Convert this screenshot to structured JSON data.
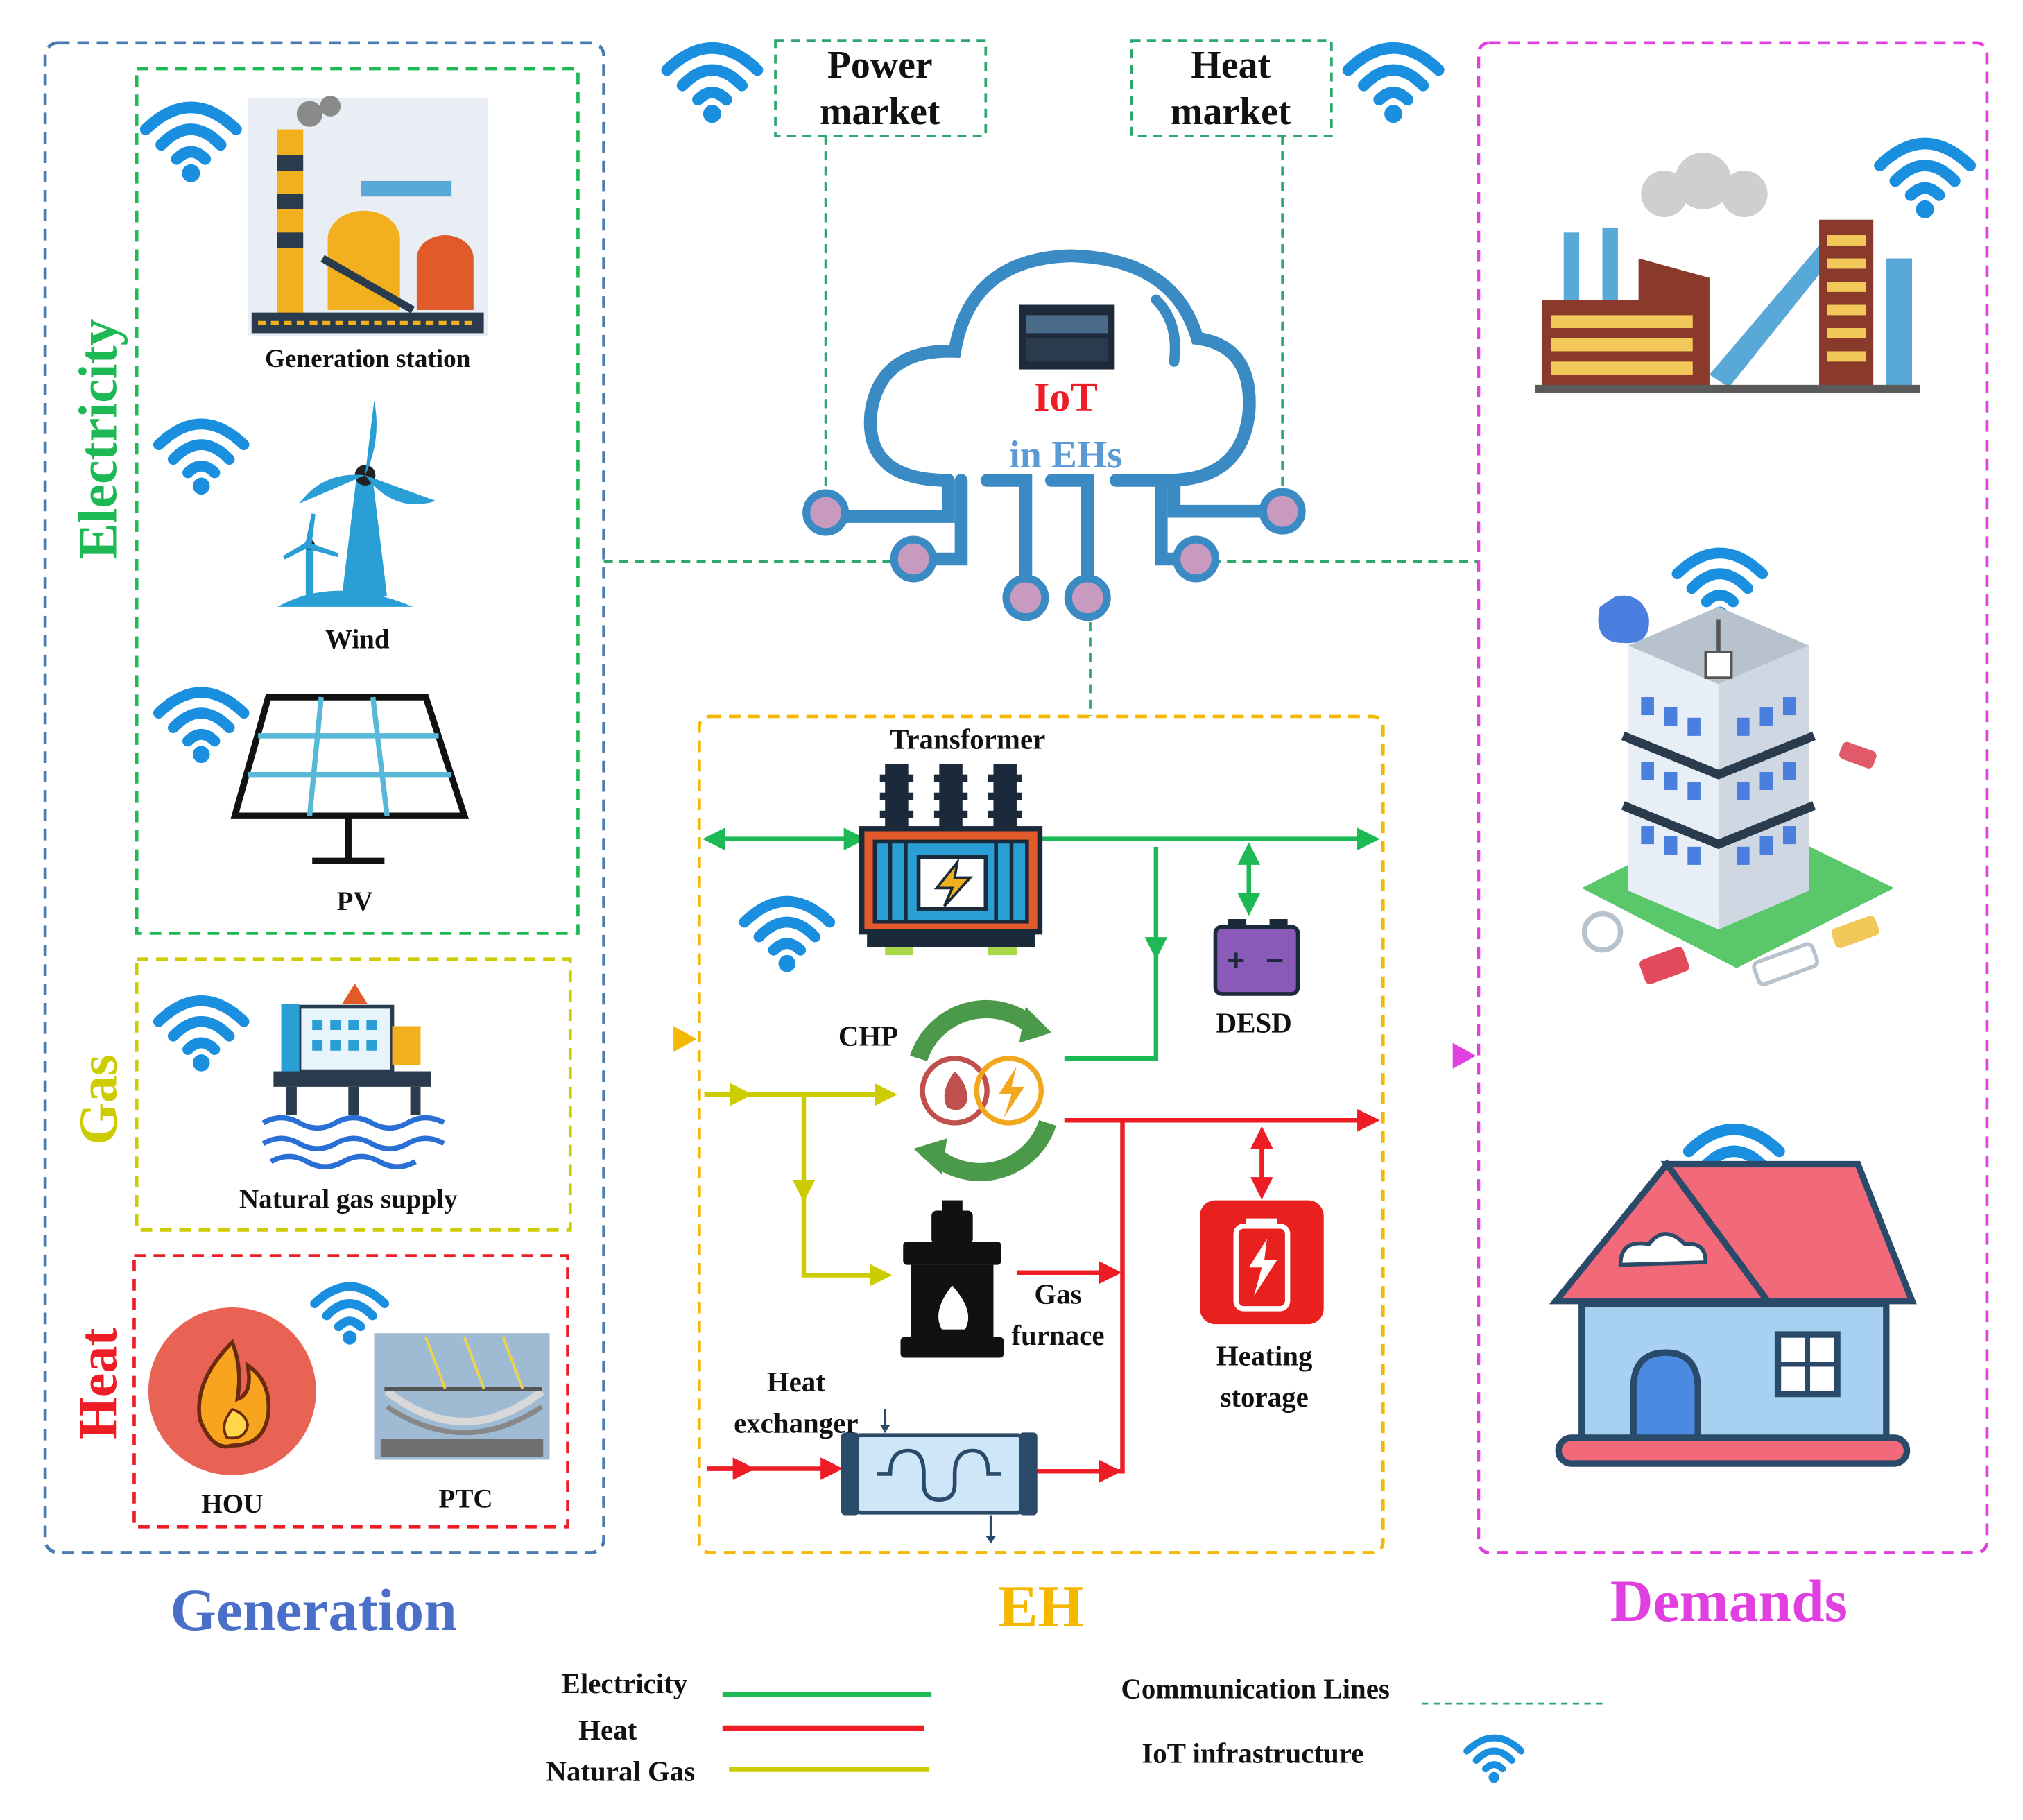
{
  "markets": {
    "power": [
      "Power",
      "market"
    ],
    "heat": [
      "Heat",
      "market"
    ]
  },
  "cloud": {
    "line1": "IoT",
    "line2": "in EHs"
  },
  "generation": {
    "title": "Generation",
    "electricity_label": "Electricity",
    "gas_label": "Gas",
    "heat_label": "Heat",
    "items": {
      "station": "Generation station",
      "wind": "Wind",
      "pv": "PV",
      "gas_supply": "Natural gas supply",
      "hou": "HOU",
      "ptc": "PTC"
    }
  },
  "eh": {
    "title": "EH",
    "transformer": "Transformer",
    "chp": "CHP",
    "desd": "DESD",
    "gas_furnace": [
      "Gas",
      "furnace"
    ],
    "heating_storage": [
      "Heating",
      "storage"
    ],
    "heat_exchanger": [
      "Heat",
      "exchanger"
    ]
  },
  "demands": {
    "title": "Demands"
  },
  "legend": {
    "electricity": "Electricity",
    "heat": "Heat",
    "natural_gas": "Natural Gas",
    "communication": "Communication Lines",
    "iot": "IoT infrastructure"
  },
  "colors": {
    "electricity": "#1db954",
    "heat": "#ee1c25",
    "gas": "#cccc00",
    "communication": "#2ea66e",
    "generation_title": "#4a6fc9",
    "eh_title": "#f5b800",
    "demands_title": "#e040e0",
    "wifi": "#1a8fe0",
    "cloud": "#3a8ac4"
  }
}
